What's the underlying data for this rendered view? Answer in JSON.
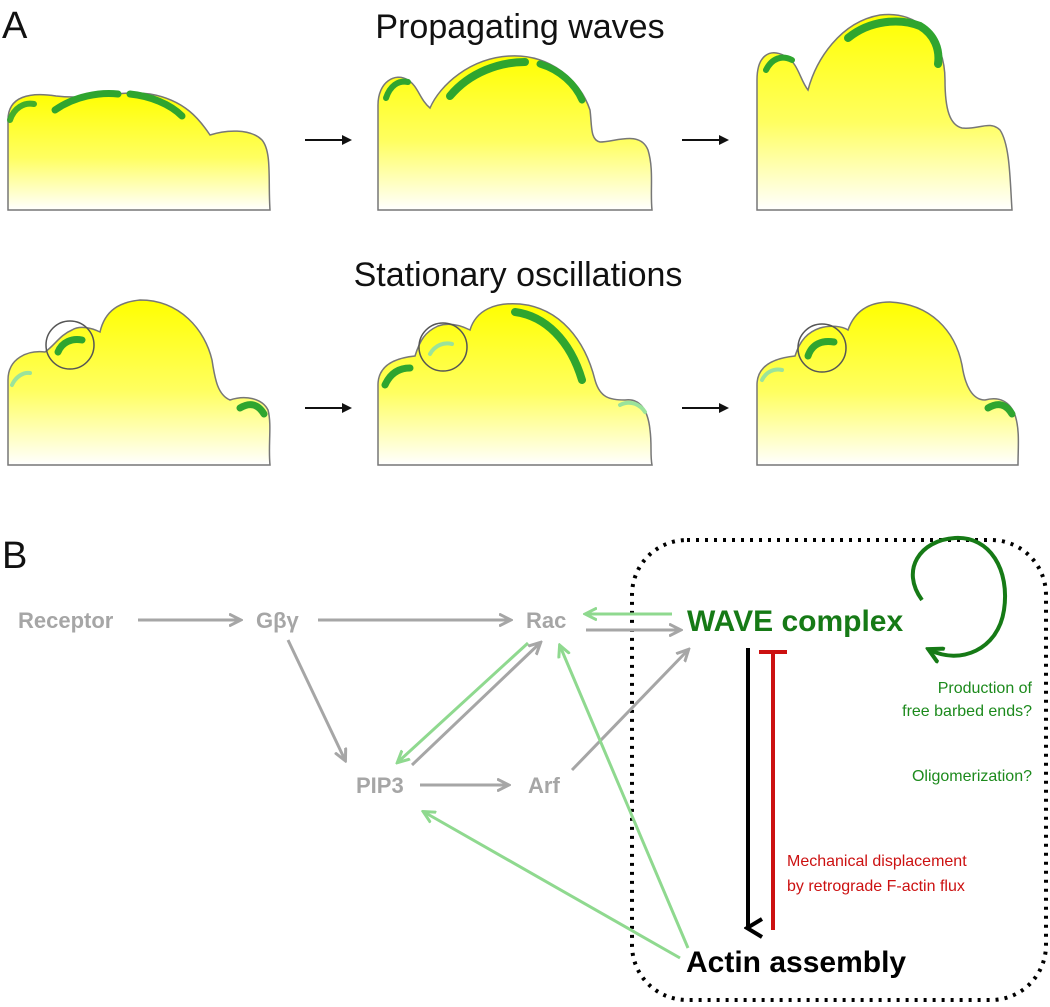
{
  "panel_a": {
    "letter": "A",
    "row1_title": "Propagating waves",
    "row2_title": "Stationary oscillations"
  },
  "panel_b": {
    "letter": "B",
    "nodes": {
      "receptor": "Receptor",
      "gbg": "Gβγ",
      "rac": "Rac",
      "pip3": "PIP3",
      "arf": "Arf",
      "wave": "WAVE complex",
      "actin": "Actin assembly"
    },
    "notes": {
      "production_line1": "Production of",
      "production_line2": "free barbed ends?",
      "oligomerization": "Oligomerization?",
      "mechanical_line1": "Mechanical displacement",
      "mechanical_line2": "by retrograde F-actin flux"
    }
  },
  "colors": {
    "grey": "#a6a6a6",
    "light_green": "#8fd98f",
    "dark_green": "#167a16",
    "red": "#cc1111",
    "cell_yellow": "#ffff00"
  }
}
